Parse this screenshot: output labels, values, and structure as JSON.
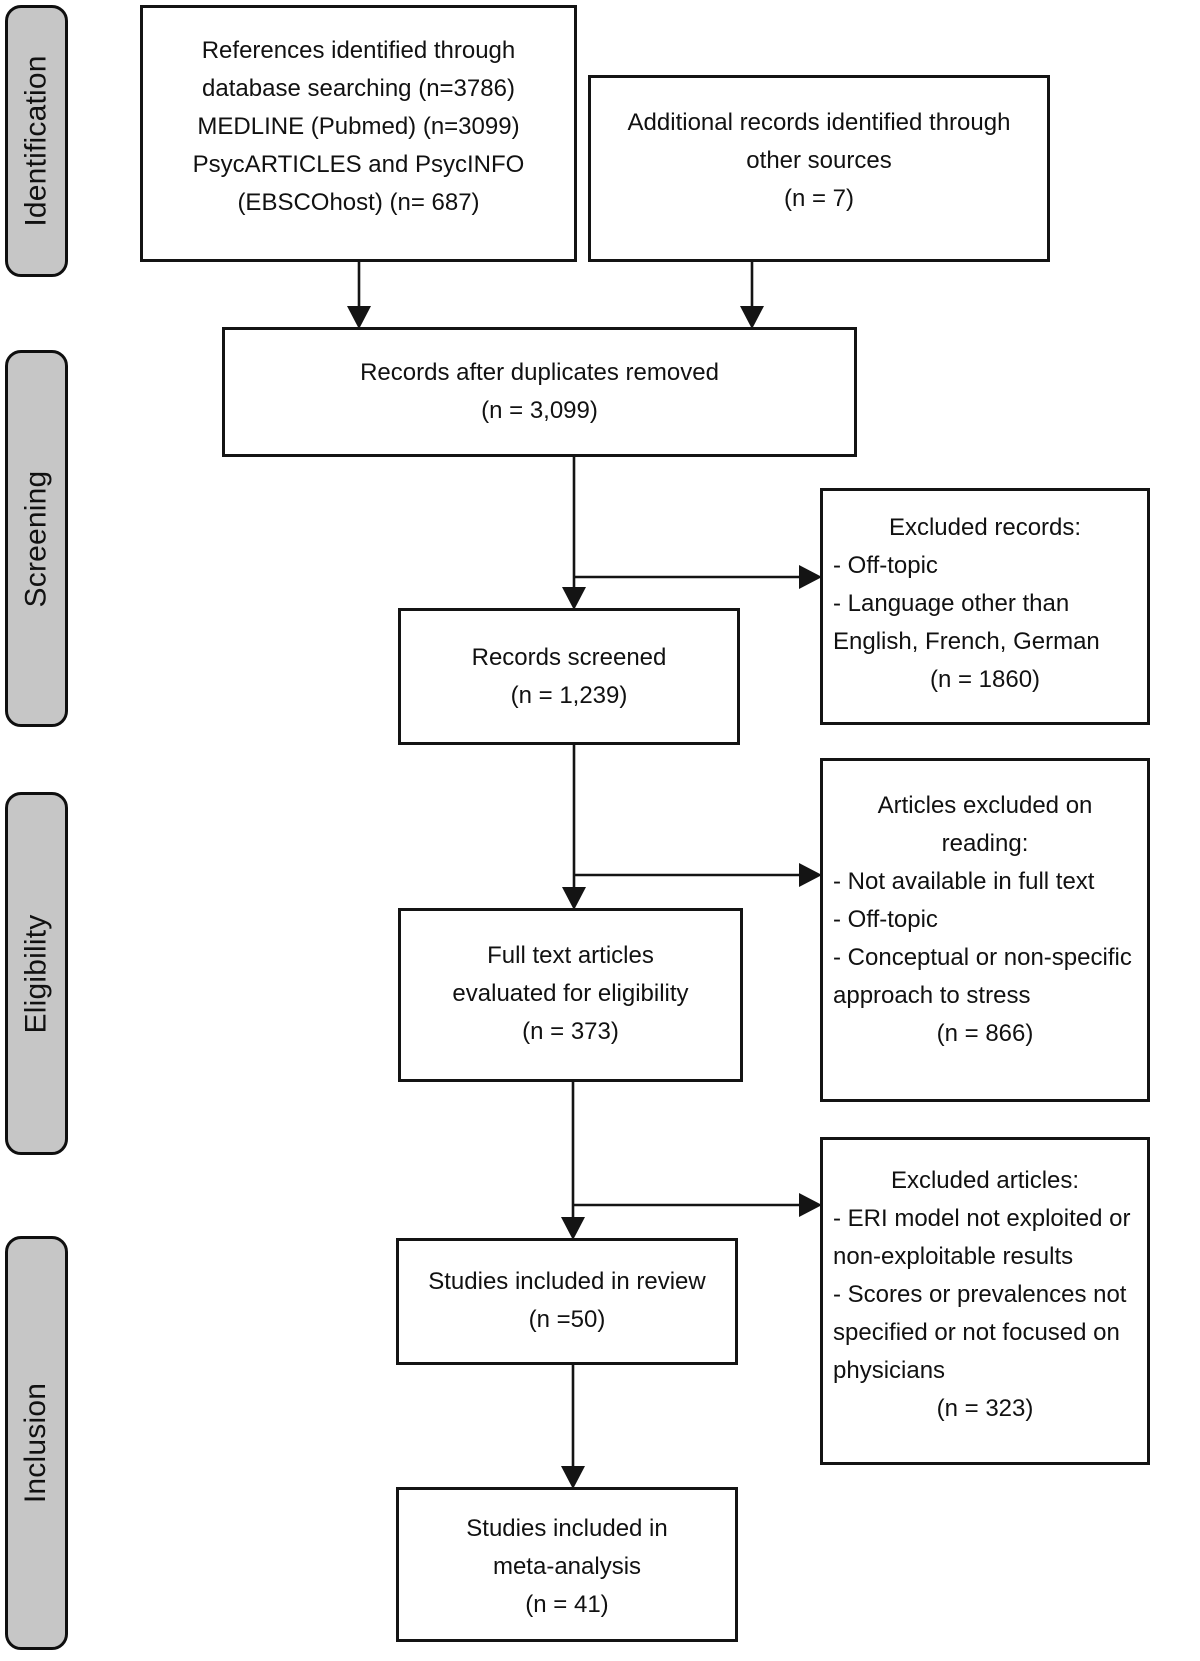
{
  "diagram": {
    "stages": [
      {
        "label": "Identification"
      },
      {
        "label": "Screening"
      },
      {
        "label": "Eligibility"
      },
      {
        "label": "Inclusion"
      }
    ],
    "boxes": {
      "database_search": {
        "lines": [
          "References identified through",
          "database searching (n=3786)",
          "MEDLINE (Pubmed) (n=3099)",
          "PsycARTICLES and PsycINFO",
          "(EBSCOhost) (n= 687)"
        ]
      },
      "other_sources": {
        "lines": [
          "Additional records identified through",
          "other sources",
          "(n = 7)"
        ]
      },
      "duplicates_removed": {
        "lines": [
          "Records after duplicates removed",
          "(n = 3,099)"
        ]
      },
      "excluded_records": {
        "title": "Excluded records:",
        "items": [
          "- Off-topic",
          "- Language other than",
          "English, French, German"
        ],
        "count": "(n = 1860)"
      },
      "records_screened": {
        "lines": [
          "Records screened",
          "(n = 1,239)"
        ]
      },
      "articles_excluded_reading": {
        "title_line1": "Articles excluded on",
        "title_line2": "reading:",
        "items": [
          "- Not available in full text",
          "- Off-topic",
          "- Conceptual or non-specific",
          "approach to stress"
        ],
        "count": "(n = 866)"
      },
      "full_text_evaluated": {
        "lines": [
          "Full text articles",
          "evaluated for eligibility",
          "(n = 373)"
        ]
      },
      "excluded_articles": {
        "title": "Excluded articles:",
        "items": [
          "- ERI model not exploited or",
          "non-exploitable results",
          "- Scores or prevalences not",
          "specified or not focused on",
          "physicians"
        ],
        "count": "(n = 323)"
      },
      "included_review": {
        "lines": [
          "Studies included in review",
          "(n =50)"
        ]
      },
      "included_meta_analysis": {
        "lines": [
          "Studies included in",
          "meta-analysis",
          "(n = 41)"
        ]
      }
    },
    "colors": {
      "stage_fill": "#c6c6c6",
      "line": "#141414",
      "text": "#111111",
      "background": "#ffffff"
    }
  }
}
